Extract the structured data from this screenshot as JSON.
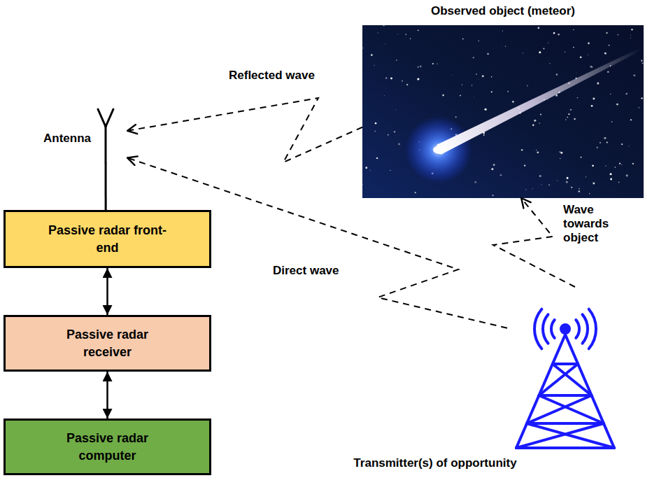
{
  "diagram": {
    "nodes": [
      {
        "text": [
          "Observed object (meteor)"
        ]
      },
      {
        "text": [
          "Antenna"
        ]
      },
      {
        "text": [
          "Passive radar front-end"
        ]
      },
      {
        "text": [
          "Passive radar receiver"
        ]
      },
      {
        "text": [
          "Passive radar computer"
        ]
      },
      {
        "text": [
          "Transmitter(s) of opportunity"
        ]
      }
    ],
    "edges": [
      {
        "from": 0,
        "to": 1,
        "label": "Reflected wave",
        "arrow": "to"
      },
      {
        "from": 5,
        "to": 1,
        "label": "Direct wave",
        "arrow": "to"
      },
      {
        "from": 5,
        "to": 0,
        "label": "Wave towards object",
        "arrow": "to"
      },
      {
        "from": 1,
        "to": 2,
        "arrow": "none"
      },
      {
        "from": 2,
        "to": 3,
        "arrow": "both"
      },
      {
        "from": 3,
        "to": 4,
        "arrow": "both"
      }
    ]
  }
}
